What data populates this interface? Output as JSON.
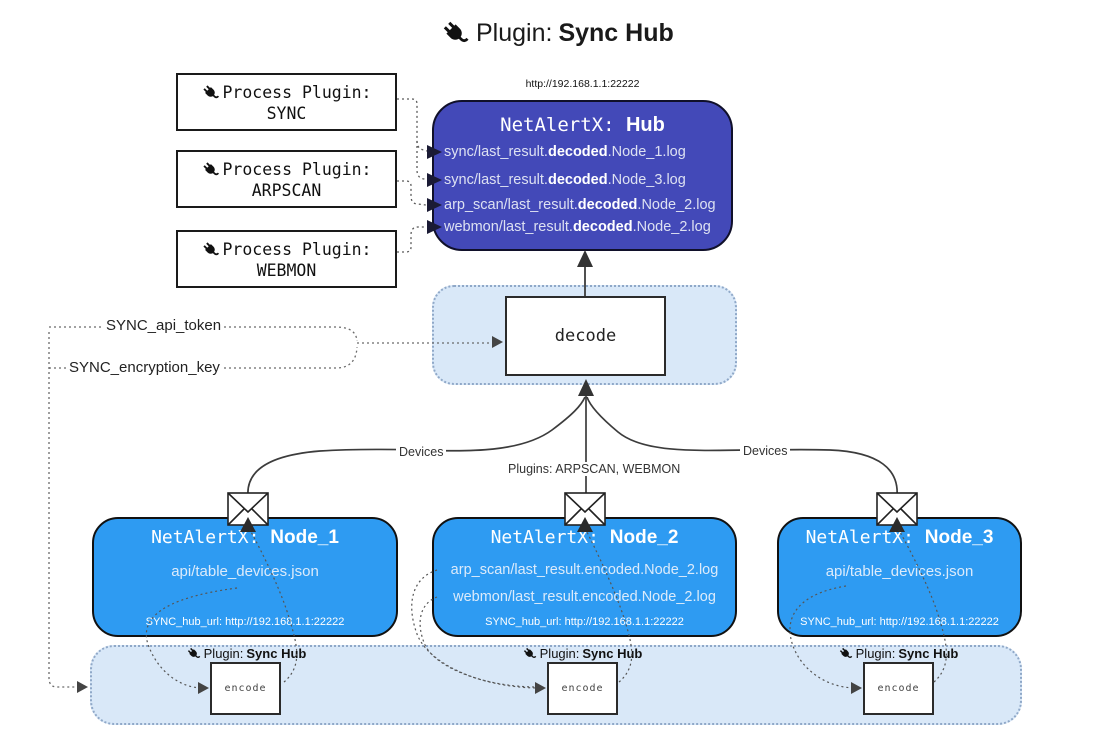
{
  "colors": {
    "hub-bg": "#4349b8",
    "node-bg": "#2e9bf2",
    "panel-bg": "#d9e8f8",
    "panel-border": "#8fa8c8"
  },
  "icons": {
    "plug": "plug-icon",
    "envelope": "envelope-icon"
  },
  "title": {
    "prefix": "Plugin:",
    "name": "Sync Hub"
  },
  "hub": {
    "url": "http://192.168.1.1:22222",
    "title_prefix": "NetAlertX:",
    "title_name": "Hub",
    "lines": [
      {
        "pre": "sync/last_result.",
        "bold": "decoded",
        "post": ".Node_1.log"
      },
      {
        "pre": "sync/last_result.",
        "bold": "decoded",
        "post": ".Node_3.log"
      },
      {
        "pre": "arp_scan/last_result.",
        "bold": "decoded",
        "post": ".Node_2.log"
      },
      {
        "pre": "webmon/last_result.",
        "bold": "decoded",
        "post": ".Node_2.log"
      }
    ]
  },
  "process_plugins": [
    {
      "label": "Process Plugin:",
      "name": "SYNC"
    },
    {
      "label": "Process Plugin:",
      "name": "ARPSCAN"
    },
    {
      "label": "Process Plugin:",
      "name": "WEBMON"
    }
  ],
  "config": {
    "api_token": "SYNC_api_token",
    "encryption_key": "SYNC_encryption_key"
  },
  "decode_label": "decode",
  "edges": {
    "left": "Devices",
    "middle": "Plugins: ARPSCAN, WEBMON",
    "right": "Devices"
  },
  "nodes": [
    {
      "title_prefix": "NetAlertX:",
      "title_name": "Node_1",
      "files": [
        "api/table_devices.json"
      ],
      "hub_url": "SYNC_hub_url: http://192.168.1.1:22222"
    },
    {
      "title_prefix": "NetAlertX:",
      "title_name": "Node_2",
      "files": [
        "arp_scan/last_result.encoded.Node_2.log",
        "webmon/last_result.encoded.Node_2.log"
      ],
      "hub_url": "SYNC_hub_url: http://192.168.1.1:22222"
    },
    {
      "title_prefix": "NetAlertX:",
      "title_name": "Node_3",
      "files": [
        "api/table_devices.json"
      ],
      "hub_url": "SYNC_hub_url: http://192.168.1.1:22222"
    }
  ],
  "encoders": [
    {
      "prefix": "Plugin:",
      "name": "Sync Hub",
      "box": "encode"
    },
    {
      "prefix": "Plugin:",
      "name": "Sync Hub",
      "box": "encode"
    },
    {
      "prefix": "Plugin:",
      "name": "Sync Hub",
      "box": "encode"
    }
  ]
}
